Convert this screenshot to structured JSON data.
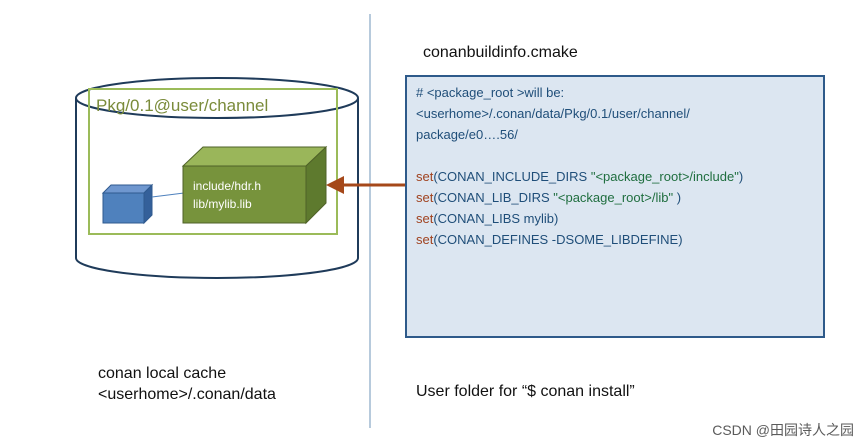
{
  "cache": {
    "package_label": "Pkg/0.1@user/channel",
    "box_lines": [
      "include/hdr.h",
      "lib/mylib.lib"
    ],
    "caption_lines": [
      "conan local cache",
      "<userhome>/.conan/data"
    ]
  },
  "file": {
    "title": "conanbuildinfo.cmake",
    "comment_lines": [
      "# <package_root  >will be:",
      "<userhome>/.conan/data/Pkg/0.1/user/channel/",
      "package/e0….56/"
    ],
    "set_lines": [
      {
        "keyword": "set",
        "text": "(CONAN_INCLUDE_DIRS  ",
        "string": "\"<package_root>/include\"",
        "suffix": ")"
      },
      {
        "keyword": "set",
        "text": "(CONAN_LIB_DIRS   ",
        "string": "\"<package_root>/lib\"",
        "suffix": " )"
      },
      {
        "keyword": "set",
        "text": "(CONAN_LIBS mylib)",
        "string": "",
        "suffix": ""
      },
      {
        "keyword": "set",
        "text": "(CONAN_DEFINES -DSOME_LIBDEFINE)",
        "string": "",
        "suffix": ""
      }
    ]
  },
  "user_folder_label": "User folder for “$ conan install”",
  "watermark": "CSDN @田园诗人之园",
  "colors": {
    "panel_fill": "#dce6f1",
    "panel_border": "#2e5a8a",
    "green_box": "#77933c",
    "blue_box": "#4f81bd",
    "arrow": "#a5481a",
    "frame": "#9bbb59"
  }
}
